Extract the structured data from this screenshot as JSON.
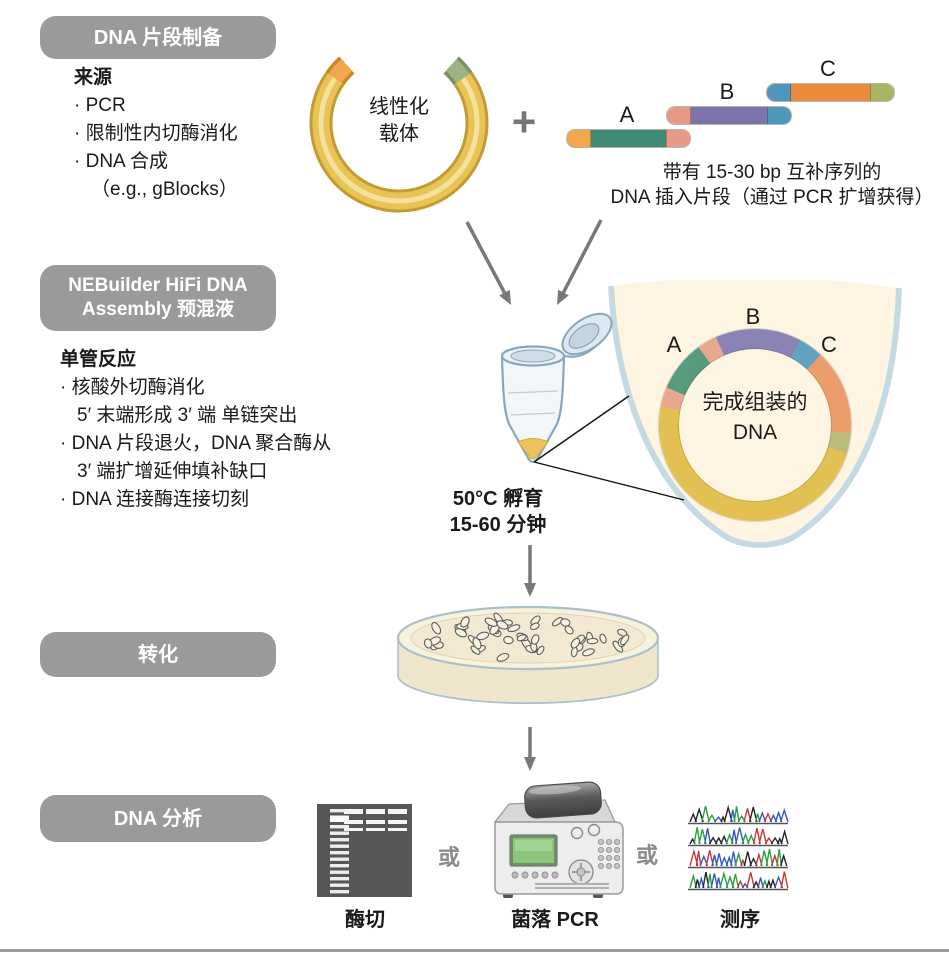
{
  "steps": {
    "prep": "DNA 片段制备",
    "mix_line1": "NEBuilder HiFi DNA",
    "mix_line2": "Assembly 预混液",
    "transform": "转化",
    "analysis": "DNA 分析"
  },
  "source": {
    "heading": "来源",
    "items": [
      "· PCR",
      "· 限制性内切酶消化",
      "· DNA 合成",
      "（e.g., gBlocks）"
    ]
  },
  "vector": {
    "line1": "线性化",
    "line2": "载体",
    "plus": "+"
  },
  "fragments": {
    "a": "A",
    "b": "B",
    "c": "C",
    "caption_line1": "带有 15-30 bp 互补序列的",
    "caption_line2": "DNA 插入片段（通过 PCR 扩增获得）"
  },
  "reaction": {
    "heading": "单管反应",
    "lines": [
      "· 核酸外切酶消化",
      "5′ 末端形成 3′ 端 单链突出",
      "· DNA 片段退火，DNA 聚合酶从",
      "3′ 端扩增延伸填补缺口",
      "· DNA 连接酶连接切刻"
    ]
  },
  "incubation": {
    "line1": "50°C 孵育",
    "line2": "15-60 分钟"
  },
  "assembled": {
    "line1": "完成组装的",
    "line2": "DNA",
    "a": "A",
    "b": "B",
    "c": "C",
    "ring_segments": [
      {
        "color": "#8b82b5",
        "from": 0,
        "to": 28
      },
      {
        "color": "#5fa3c0",
        "from": 28,
        "to": 43
      },
      {
        "color": "#eb9e6b",
        "from": 43,
        "to": 95
      },
      {
        "color": "#b9bd7c",
        "from": 95,
        "to": 107
      },
      {
        "color": "#e2c052",
        "from": 107,
        "to": 281
      },
      {
        "color": "#e8a88f",
        "from": 281,
        "to": 293
      },
      {
        "color": "#579a7d",
        "from": 293,
        "to": 324
      },
      {
        "color": "#e8a88f",
        "from": 324,
        "to": 336
      },
      {
        "color": "#8b82b5",
        "from": 336,
        "to": 360
      }
    ]
  },
  "analysis_row": {
    "or": "或",
    "gel_label": "酶切",
    "pcr_label": "菌落 PCR",
    "seq_label": "测序"
  },
  "colors": {
    "text": "#1a1a1a",
    "pill_bg": "#9a9a9a",
    "arrow": "#787878",
    "or_text": "#8a8a8a",
    "callout": "#111111",
    "rule": "#9b9b9b",
    "vec_yellow": "#e7c455",
    "vec_yellow_dark": "#c39a33",
    "vec_highlight": "#f6e8a9",
    "cap_orange": "#f2a64e",
    "cap_orange_dark": "#cf8329",
    "cap_salmon": "#e69a85",
    "cap_blue": "#4f97b8",
    "cap_olive": "#a9b465",
    "cap_sage": "#9eb284",
    "cap_sage_dark": "#7d9162",
    "frag_teal": "#3f8b76",
    "frag_purple": "#7d74ab",
    "frag_orange": "#e98a3c",
    "parabola_fill": "#fdf5e2",
    "parabola_stroke": "#c5d9e3",
    "tube_stroke": "#87a7bb",
    "tube_fill": "#f2f6f9",
    "tube_cap_fill": "#dde9f0",
    "liquid": "#ecc25c",
    "dish_stroke": "#a9c0cb",
    "dish_top": "#f8f1de",
    "dish_side": "#efe5cd",
    "dish_agar": "#f3e9d2",
    "colony": "#5e5e5e",
    "gel_bg": "#565759",
    "gel_band": "#ededed",
    "machine_body": "#ededed",
    "machine_top": "#d8d8d8",
    "machine_edge": "#9a9a9a",
    "screen_green": "#8cc57c",
    "seq_green": "#2e9e3f",
    "seq_blue": "#3557c0",
    "seq_black": "#222222",
    "seq_red": "#cf3434"
  }
}
